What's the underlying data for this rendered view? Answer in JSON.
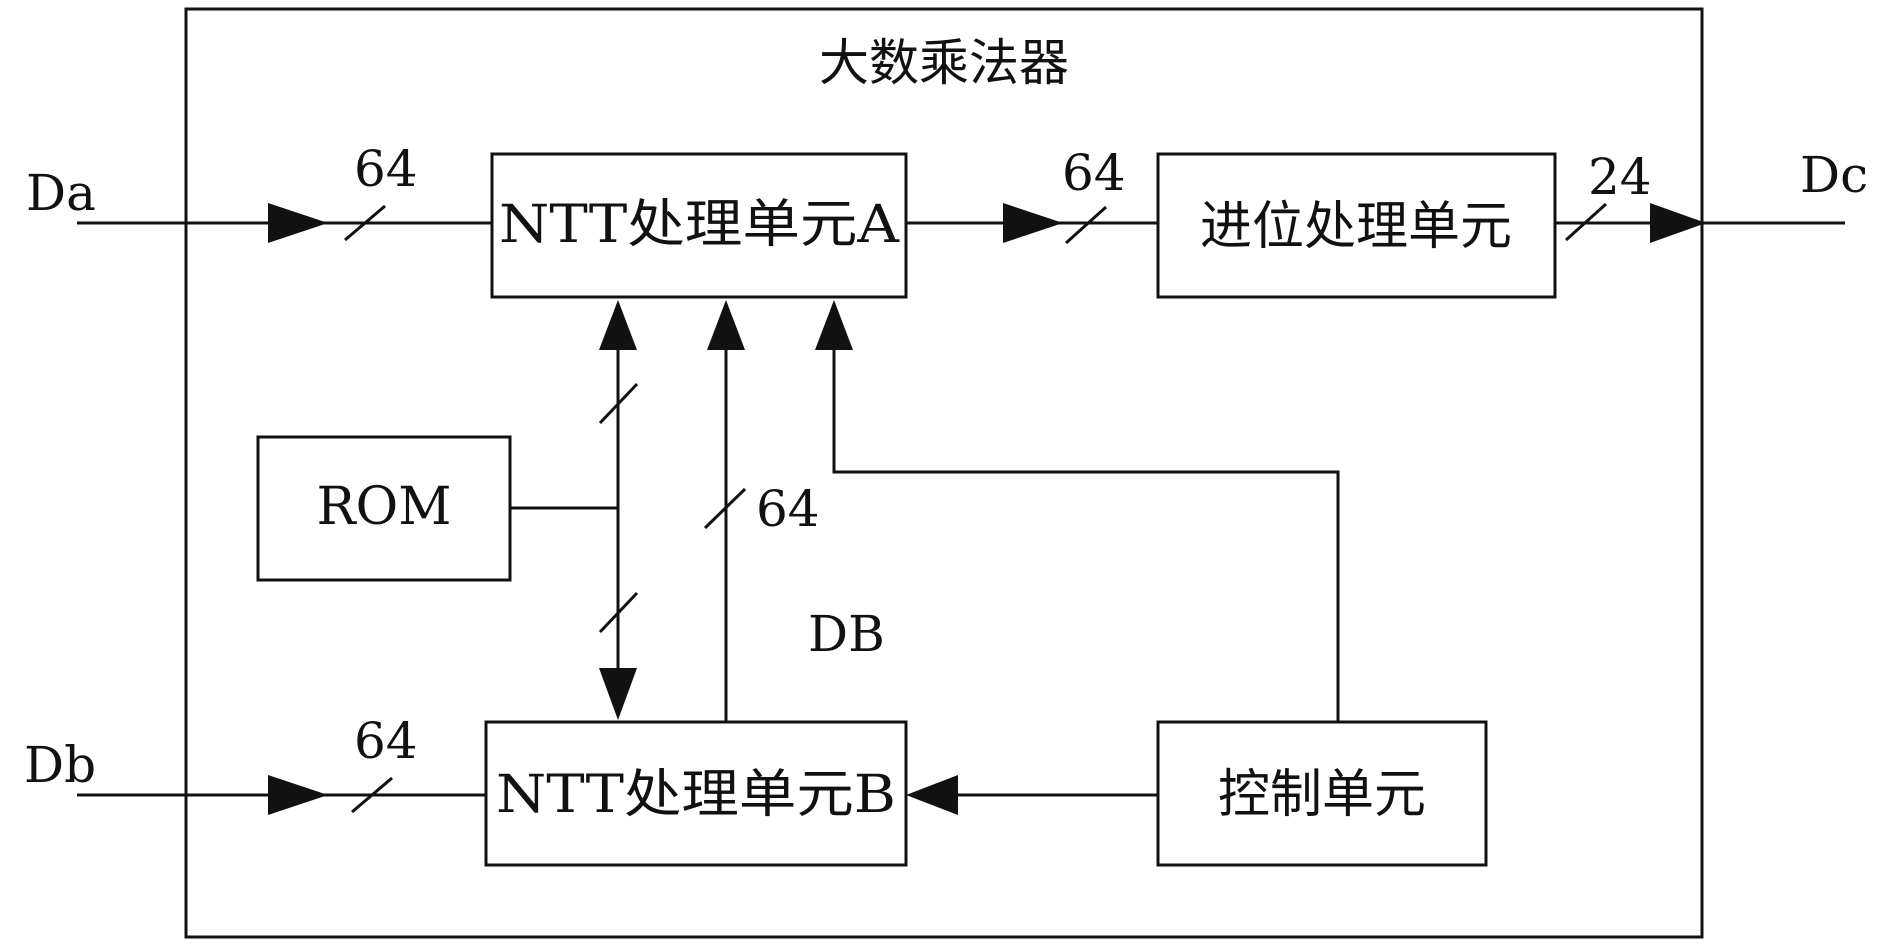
{
  "title": "大数乘法器",
  "inputs": {
    "da": "Da",
    "db": "Db"
  },
  "output": {
    "dc": "Dc"
  },
  "blocks": {
    "ntt_a": "NTT处理单元A",
    "ntt_b": "NTT处理单元B",
    "carry": "进位处理单元",
    "rom": "ROM",
    "control": "控制单元"
  },
  "bus_widths": {
    "da_in": "64",
    "db_in": "64",
    "a_to_carry": "64",
    "carry_out": "24",
    "b_to_a": "64"
  },
  "bus_label": "DB",
  "colors": {
    "line": "#111111",
    "background": "#ffffff"
  }
}
